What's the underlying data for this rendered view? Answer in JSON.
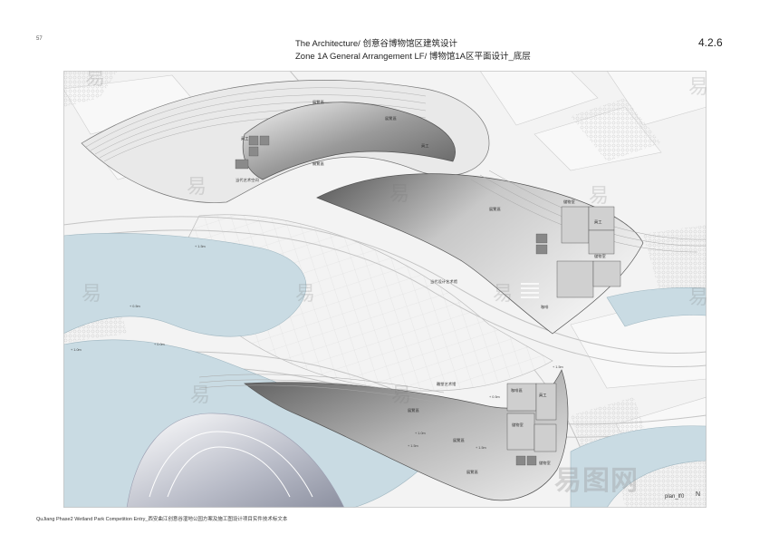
{
  "header": {
    "page_number": "57",
    "title_line1": "The Architecture/  创意谷博物馆区建筑设计",
    "title_line2": "Zone 1A General Arrangement LF/  博物馆1A区平面设计_底层",
    "section_number": "4.2.6"
  },
  "footer": {
    "project_text": "QuJiang Phase2 Wetland Park Competition Entry_西安曲江创意谷湿地公园方案及施工图设计项目实件技术标文本",
    "plan_label": "plan_lf",
    "scale": "0",
    "north": "N"
  },
  "building_a_labels": {
    "exhibition_1": "展覽區",
    "exhibition_2": "展覽區",
    "staff": "員工",
    "lobby": "開覽區",
    "staff_2": "員工",
    "entry": "当代艺术空间"
  },
  "building_b_labels": {
    "exhibition": "展覽區",
    "storage_1": "儲物室",
    "staff": "員工",
    "storage_2": "儲物室",
    "cafe": "咖啡",
    "entry": "当代设计艺术馆"
  },
  "building_c_labels": {
    "exhibition_1": "展覽區",
    "exhibition_2": "展覽區",
    "exhibition_3": "展覽區",
    "staff": "員工",
    "storage_1": "儲物室",
    "storage_2": "儲物室",
    "cafe": "咖啡區",
    "entry": "雕塑艺术馆"
  },
  "levels": [
    "+ 1.5m",
    "+ 0.5m",
    "+ 1.0m",
    "+ 0.0m",
    "+ 0.5m",
    "+ 1.0m",
    "+ 1.5m",
    "+ 1.5m",
    "+ 1.5m"
  ],
  "watermark": {
    "glyph": "易",
    "logo": "易图网"
  },
  "colors": {
    "water": "#c9dbe3",
    "ground": "#f3f3f3",
    "building_dark": "#6e6e6e",
    "building_light": "#e6e6e6"
  }
}
